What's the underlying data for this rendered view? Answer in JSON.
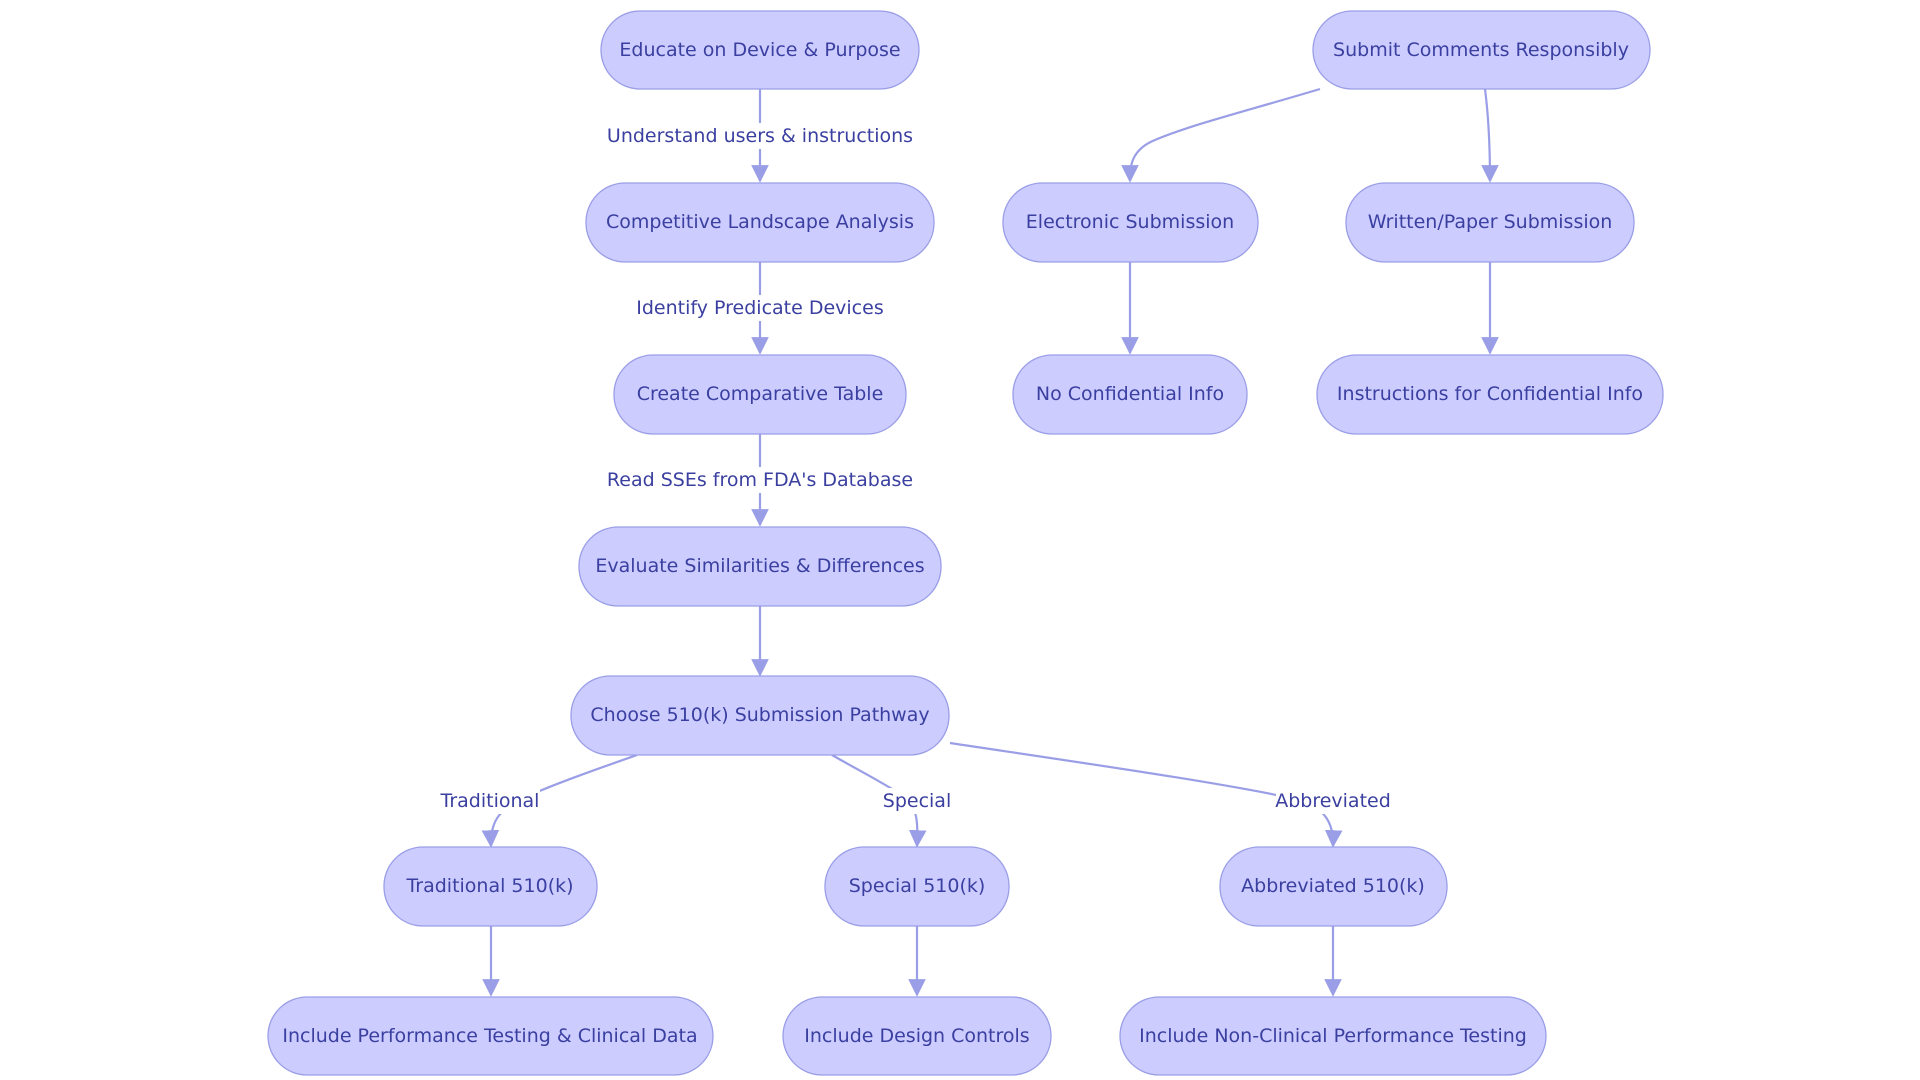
{
  "diagram": {
    "colors": {
      "node_fill": "#ccccff",
      "node_stroke": "#9a9ee6",
      "edge": "#9a9ee6",
      "text": "#3a3fa0",
      "background": "#ffffff"
    },
    "nodes": {
      "educate": "Educate on Device & Purpose",
      "competitive": "Competitive Landscape Analysis",
      "comparative": "Create Comparative Table",
      "evaluate": "Evaluate Similarities & Differences",
      "choose": "Choose 510(k) Submission Pathway",
      "traditional": "Traditional 510(k)",
      "special": "Special 510(k)",
      "abbreviated": "Abbreviated 510(k)",
      "perf_clinical": "Include Performance Testing & Clinical Data",
      "design_controls": "Include Design Controls",
      "nonclinical": "Include Non-Clinical Performance Testing",
      "submit_comments": "Submit Comments Responsibly",
      "electronic": "Electronic Submission",
      "written": "Written/Paper Submission",
      "no_confidential": "No Confidential Info",
      "instructions_confidential": "Instructions for Confidential Info"
    },
    "edge_labels": {
      "understand": "Understand users & instructions",
      "identify": "Identify Predicate Devices",
      "read_sses": "Read SSEs from FDA's Database",
      "traditional": "Traditional",
      "special": "Special",
      "abbreviated": "Abbreviated"
    }
  }
}
